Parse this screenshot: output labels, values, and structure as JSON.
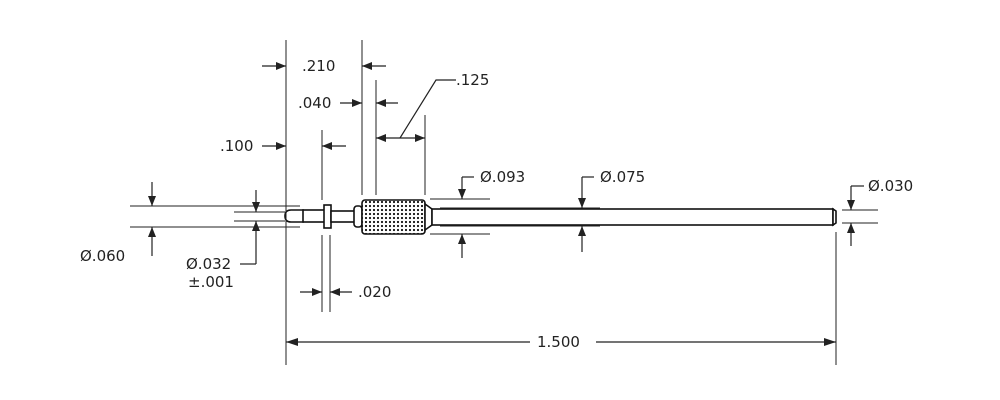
{
  "dimensions": {
    "d210": ".210",
    "d125": ".125",
    "d040": ".040",
    "d100": ".100",
    "dia093": "Ø.093",
    "dia075": "Ø.075",
    "dia030": "Ø.030",
    "dia060": "Ø.060",
    "dia032": "Ø.032",
    "tol032": "±.001",
    "d020": ".020",
    "d1500": "1.500"
  }
}
